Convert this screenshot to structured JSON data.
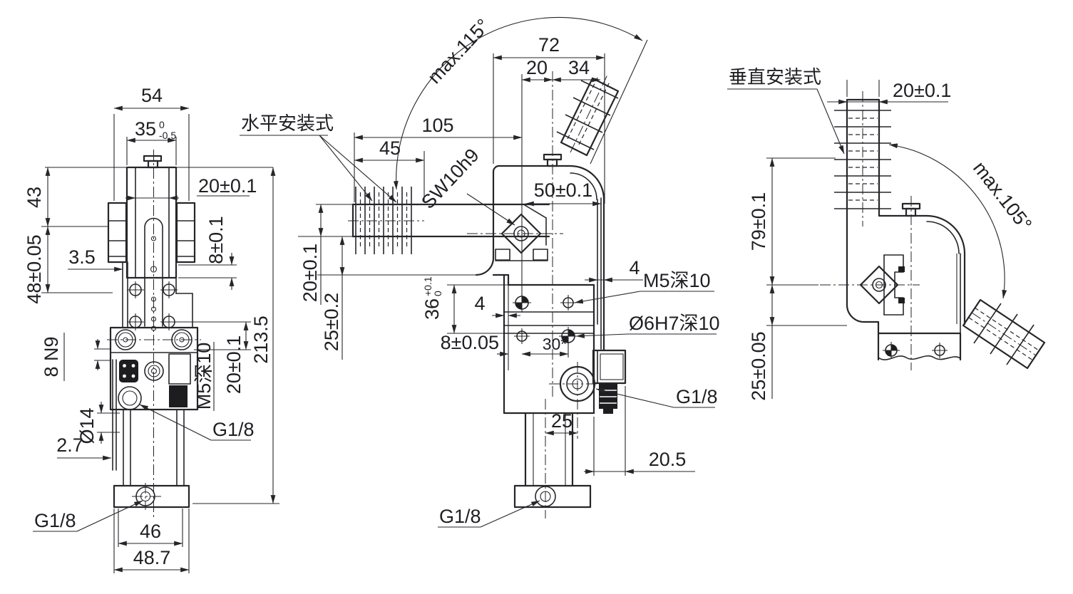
{
  "colors": {
    "line": "#26262a",
    "text": "#1f1f23",
    "background": "#ffffff"
  },
  "views": {
    "front": {
      "dims": {
        "w54": "54",
        "w35": "35",
        "w35_tu": "0",
        "w35_tl": "-0.5",
        "d20_top": "20±0.1",
        "h43": "43",
        "h48": "48±0.05",
        "d3_5": "3.5",
        "d8": "8±0.1",
        "h213_5": "213.5",
        "key8n9": "8 N9",
        "m5_depth": "M5深10",
        "d20_low": "20±0.1",
        "dia14": "Ø14",
        "d2_7": "2.7",
        "port_side": "G1/8",
        "port_bottom": "G1/8",
        "w46": "46",
        "w48_7": "48.7"
      }
    },
    "side": {
      "label": "水平安装式",
      "dims": {
        "angle_max": "max.115°",
        "w72": "72",
        "w20": "20",
        "w34": "34",
        "w105": "105",
        "w45": "45",
        "sw": "SW10h9",
        "w50": "50±0.1",
        "t20": "20±0.1",
        "t25": "25±0.2",
        "h36": "36",
        "h36_tu": "+0.1",
        "h36_tl": "0",
        "g4_left": "4",
        "g4_right": "4",
        "m5_depth": "M5深10",
        "off8": "8±0.05",
        "p30": "30*",
        "dia6": "Ø6H7深10",
        "port_side": "G1/8",
        "c25": "25",
        "c20_5": "20.5",
        "port_bottom": "G1/8"
      }
    },
    "vert": {
      "label": "垂直安装式",
      "dims": {
        "w20": "20±0.1",
        "h79": "79±0.1",
        "angle_max": "max.105°",
        "h25": "25±0.05"
      }
    }
  }
}
